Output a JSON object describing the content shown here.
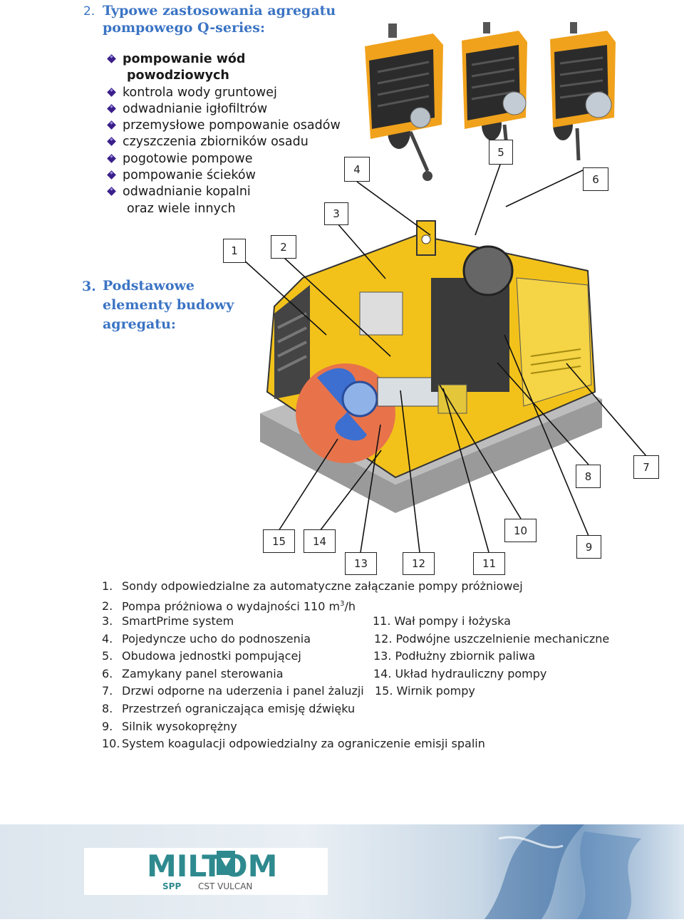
{
  "section2": {
    "number": "2.",
    "title_line1": "Typowe zastosowania agregatu",
    "title_line2": "pompowego Q-series:",
    "bullets": [
      "pompowanie wód",
      "powodziowych",
      "kontrola wody gruntowej",
      "odwadnianie igłofiltrów",
      "przemysłowe pompowanie osadów",
      "czyszczenia zbiorników osadu",
      "pogotowie pompowe",
      "pompowanie ścieków",
      "odwadnianie kopalni",
      "oraz wiele innych"
    ]
  },
  "section3": {
    "number": "3.",
    "title_line1": "Podstawowe",
    "title_line2": "elementy budowy",
    "title_line3": "agregatu:"
  },
  "callouts": [
    "1",
    "2",
    "3",
    "4",
    "5",
    "6",
    "7",
    "8",
    "9",
    "10",
    "11",
    "12",
    "13",
    "14",
    "15"
  ],
  "legend": {
    "left": [
      {
        "n": "1.",
        "text": "Sondy odpowiedzialne za automatyczne załączanie pompy próżniowej"
      },
      {
        "n": "2.",
        "text": "Pompa próżniowa o wydajności 110 m",
        "sup": "3",
        "suffix": "/h"
      },
      {
        "n": "3.",
        "text": "SmartPrime system"
      },
      {
        "n": "4.",
        "text": "Pojedyncze ucho do podnoszenia"
      },
      {
        "n": "5.",
        "text": "Obudowa jednostki pompującej"
      },
      {
        "n": "6.",
        "text": "Zamykany panel sterowania"
      },
      {
        "n": "7.",
        "text": "Drzwi odporne na uderzenia i panel żaluzji"
      },
      {
        "n": "8.",
        "text": "Przestrzeń ograniczająca emisję dźwięku"
      },
      {
        "n": "9.",
        "text": "Silnik wysokoprężny"
      },
      {
        "n": "10.",
        "text": "System koagulacji odpowiedzialny za ograniczenie emisji spalin"
      }
    ],
    "right": [
      {
        "n": "11.",
        "text": "Wał pompy i łożyska"
      },
      {
        "n": "12.",
        "text": "Podwójne uszczelnienie mechaniczne"
      },
      {
        "n": "13.",
        "text": "Podłużny zbiornik paliwa"
      },
      {
        "n": "14.",
        "text": "Układ hydrauliczny pompy"
      },
      {
        "n": "15.",
        "text": "Wirnik pompy"
      }
    ]
  },
  "logo": {
    "brand": "MILTOM",
    "sub_left": "SPP",
    "sub_right": "CST VULCAN"
  },
  "colors": {
    "heading": "#3b74c4",
    "bullet": "#3a1f8a",
    "housing_yellow": "#f2c21b",
    "trailer_orange": "#f0a21c"
  }
}
